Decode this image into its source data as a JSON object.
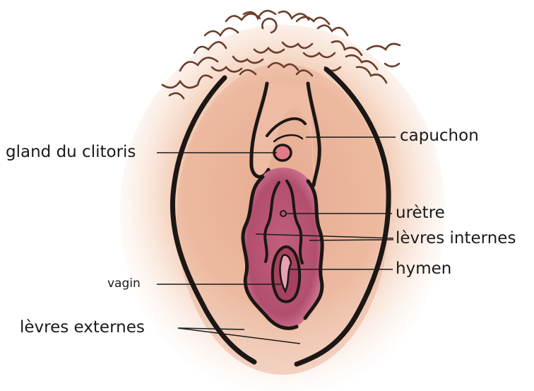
{
  "labels": {
    "clitoris_glans": "gland du clitoris",
    "hood": "capuchon",
    "urethra": "urètre",
    "inner_labia": "lèvres internes",
    "hymen": "hymen",
    "vagina": "vagin",
    "outer_labia": "lèvres externes"
  },
  "colors": {
    "skin_light": "#f3ccb3",
    "skin_mid": "#e6a98c",
    "outline": "#1c1714",
    "hair": "#6a3d2a",
    "inner_labia": "#b85372",
    "inner_labia_light": "#d98aa3",
    "clitoris": "#e07a8a",
    "vestibule": "#9c3a5a",
    "leader_line": "#1a1a1a"
  }
}
